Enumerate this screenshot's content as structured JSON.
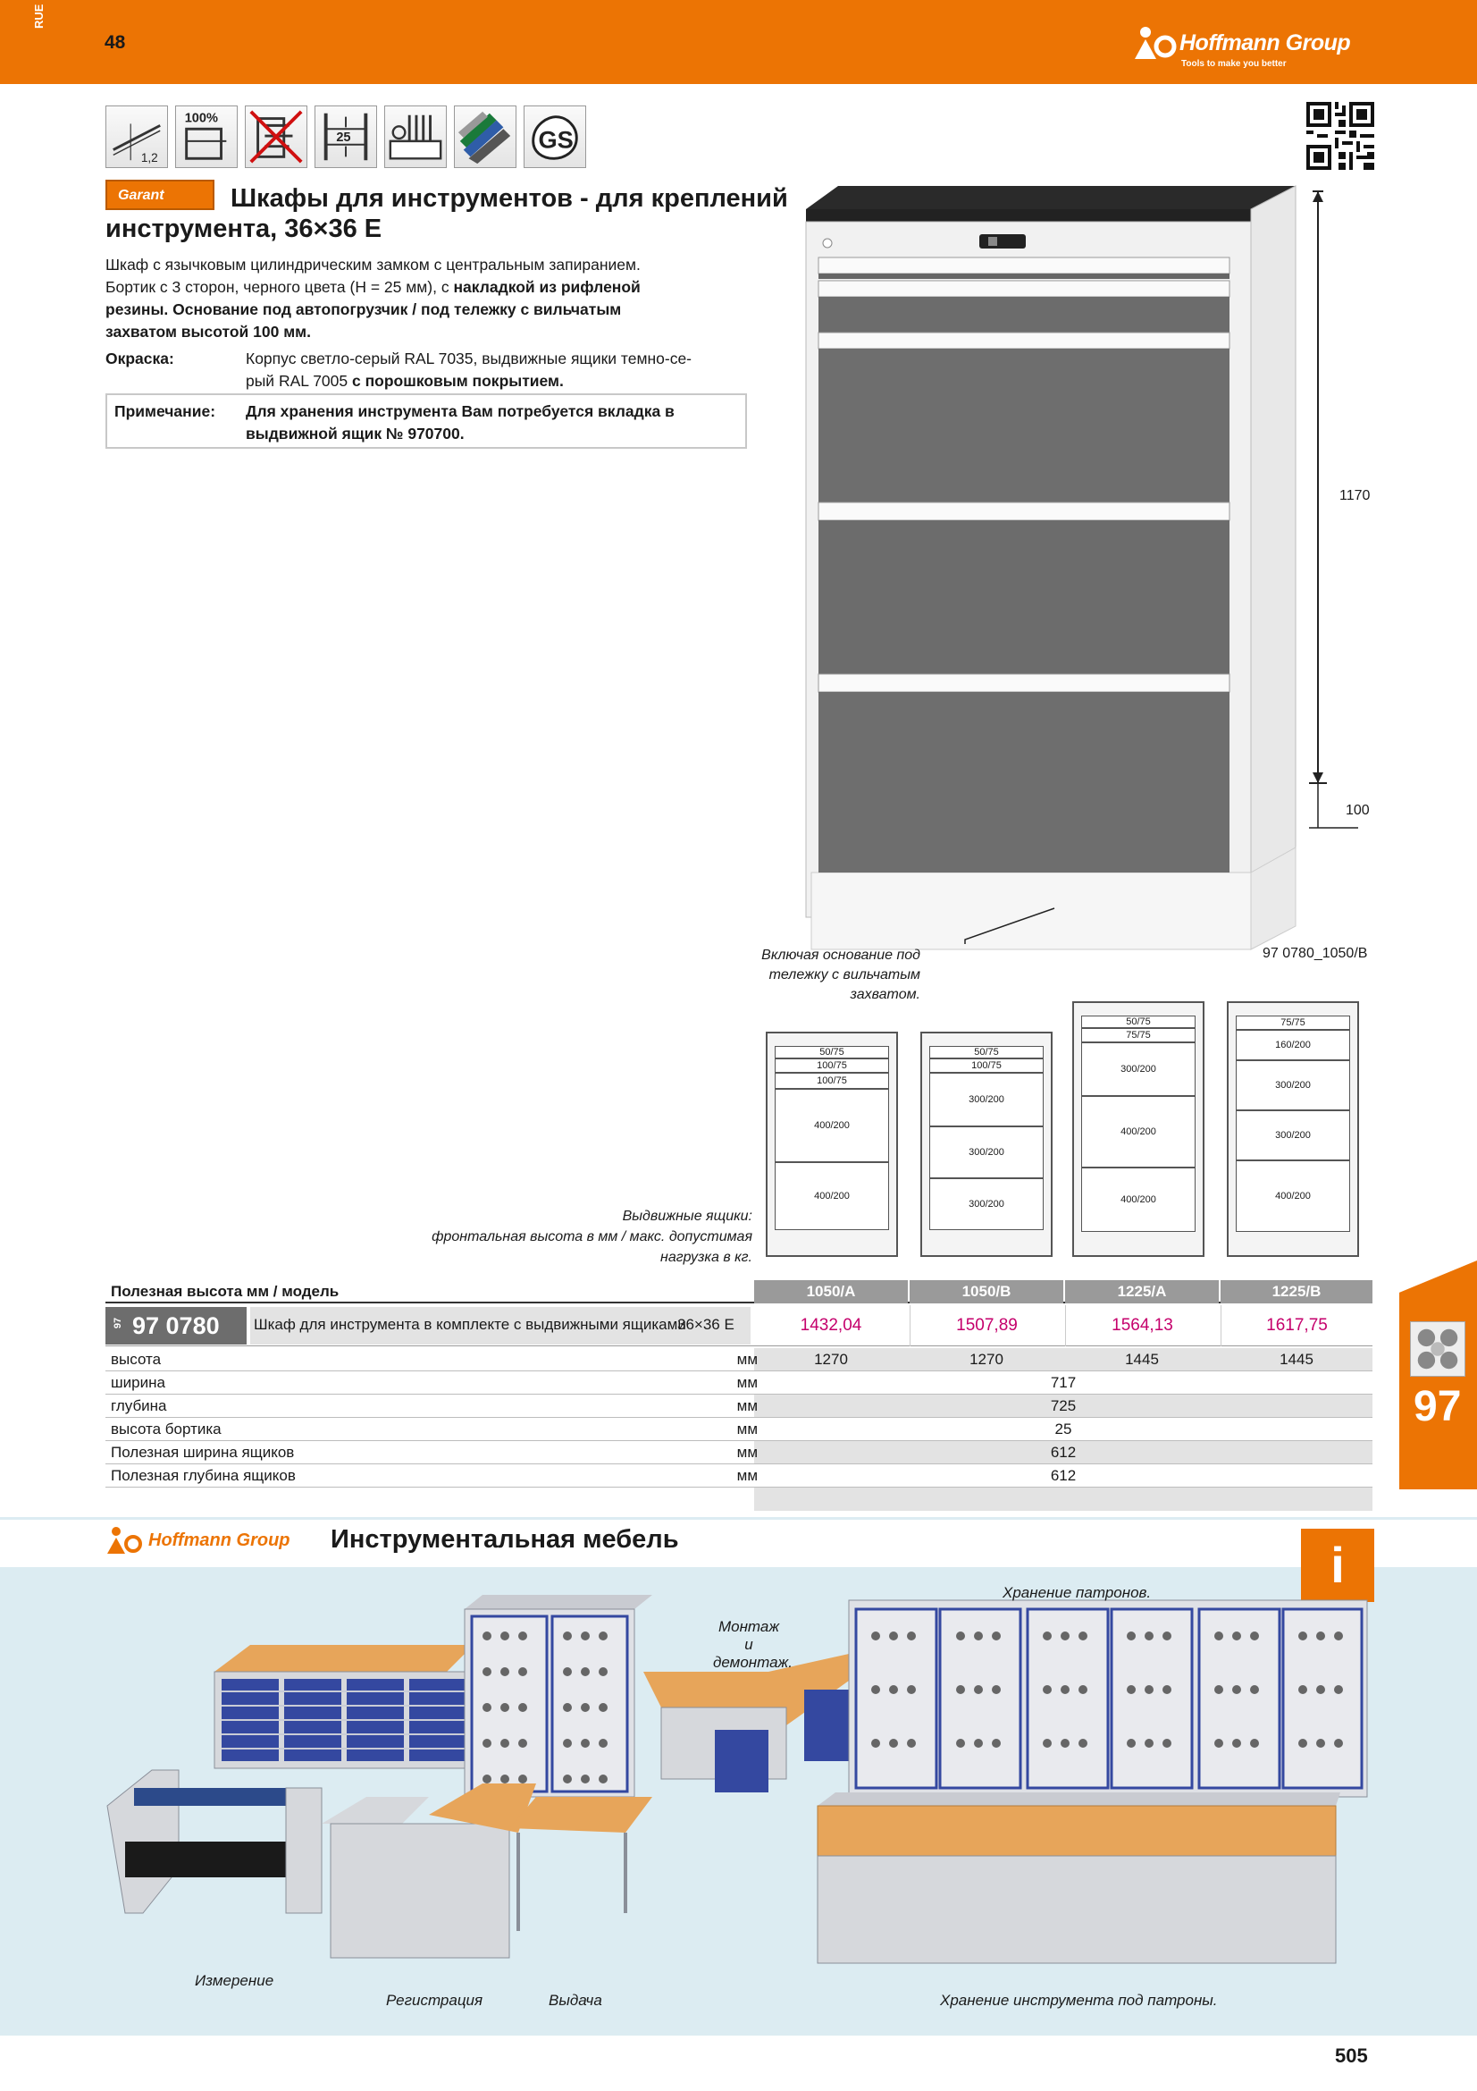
{
  "header": {
    "side_label": "RUE",
    "page_section": "48",
    "brand": "Hoffmann Group",
    "tagline": "Tools to make you better"
  },
  "colors": {
    "accent": "#ec7404",
    "price": "#c5006c",
    "table_header": "#9a9a9a",
    "band": "#dcecf2"
  },
  "pictograms": [
    {
      "name": "sheet-thickness-icon",
      "label": "1,2"
    },
    {
      "name": "full-extension-icon",
      "label": "100%"
    },
    {
      "name": "no-tilt-icon",
      "label": ""
    },
    {
      "name": "rim-height-icon",
      "label": "25"
    },
    {
      "name": "drawer-divider-icon",
      "label": ""
    },
    {
      "name": "color-swatches-icon",
      "label": ""
    },
    {
      "name": "gs-mark-icon",
      "label": "GS"
    }
  ],
  "product": {
    "brand_badge": "Garant",
    "title": "Шкафы для инструментов - для креплений инструмента, 36×36 Е",
    "desc_1": "Шкаф с язычковым цилиндрическим замком с центральным запиранием.",
    "desc_2a": "Бортик с 3 сторон, черного цвета (H = 25 мм), с ",
    "desc_2b": "накладкой из рифленой",
    "desc_3": "резины. Основание под автопогрузчик / под тележку с вильчатым",
    "desc_4": "захватом высотой 100 мм.",
    "paint_label": "Окраска:",
    "paint_1": "Корпус светло-серый RAL 7035, выдвижные ящики темно-се-",
    "paint_2a": "рый RAL 7005 ",
    "paint_2b": "с порошковым покрытием.",
    "note_label": "Примечание:",
    "note_1": "Для хранения инструмента Вам потребуется вкладка в",
    "note_2": "выдвижной ящик № 970700."
  },
  "figure": {
    "dim_height": "1170",
    "dim_base": "100",
    "caption_1": "Включая основание под",
    "caption_2": "тележку с вильчатым",
    "caption_3": "захватом.",
    "image_code": "97 0780_1050/B"
  },
  "configs": {
    "caption_1": "Выдвижные ящики:",
    "caption_2": "фронтальная высота в мм / макс. допустимая",
    "caption_3": "нагрузка в кг.",
    "variants": [
      {
        "slots": [
          "50/75",
          "100/75",
          "100/75",
          "400/200",
          "400/200"
        ]
      },
      {
        "slots": [
          "50/75",
          "100/75",
          "300/200",
          "300/200",
          "300/200"
        ]
      },
      {
        "slots": [
          "50/75",
          "75/75",
          "300/200",
          "400/200",
          "400/200"
        ]
      },
      {
        "slots": [
          "75/75",
          "160/200",
          "300/200",
          "300/200",
          "400/200"
        ]
      }
    ]
  },
  "table": {
    "header_label": "Полезная высота мм / модель",
    "models": [
      "1050/A",
      "1050/B",
      "1225/A",
      "1225/B"
    ],
    "product_prefix": "97",
    "product_code": "97 0780",
    "product_desc": "Шкаф для инструмента в комплекте с выдвижными ящиками",
    "product_size": "36×36 E",
    "prices": [
      "1432,04",
      "1507,89",
      "1564,13",
      "1617,75"
    ],
    "rows": [
      {
        "name": "высота",
        "unit": "мм",
        "values": [
          "1270",
          "1270",
          "1445",
          "1445"
        ]
      },
      {
        "name": "ширина",
        "unit": "мм",
        "value": "717"
      },
      {
        "name": "глубина",
        "unit": "мм",
        "value": "725"
      },
      {
        "name": "высота бортика",
        "unit": "мм",
        "value": "25"
      },
      {
        "name": "Полезная ширина ящиков",
        "unit": "мм",
        "value": "612"
      },
      {
        "name": "Полезная глубина ящиков",
        "unit": "мм",
        "value": "612"
      }
    ]
  },
  "side_tab": {
    "number": "97"
  },
  "band": {
    "brand": "Hoffmann Group",
    "title": "Инструментальная мебель",
    "info": "i",
    "cap_storage": "Хранение патронов.",
    "cap_mount_1": "Монтаж и",
    "cap_mount_2": "демонтаж.",
    "cap_measure": "Измерение",
    "cap_register": "Регистрация",
    "cap_issue": "Выдача",
    "cap_tool_storage": "Хранение инструмента под патроны."
  },
  "footer": {
    "page_number": "505"
  }
}
